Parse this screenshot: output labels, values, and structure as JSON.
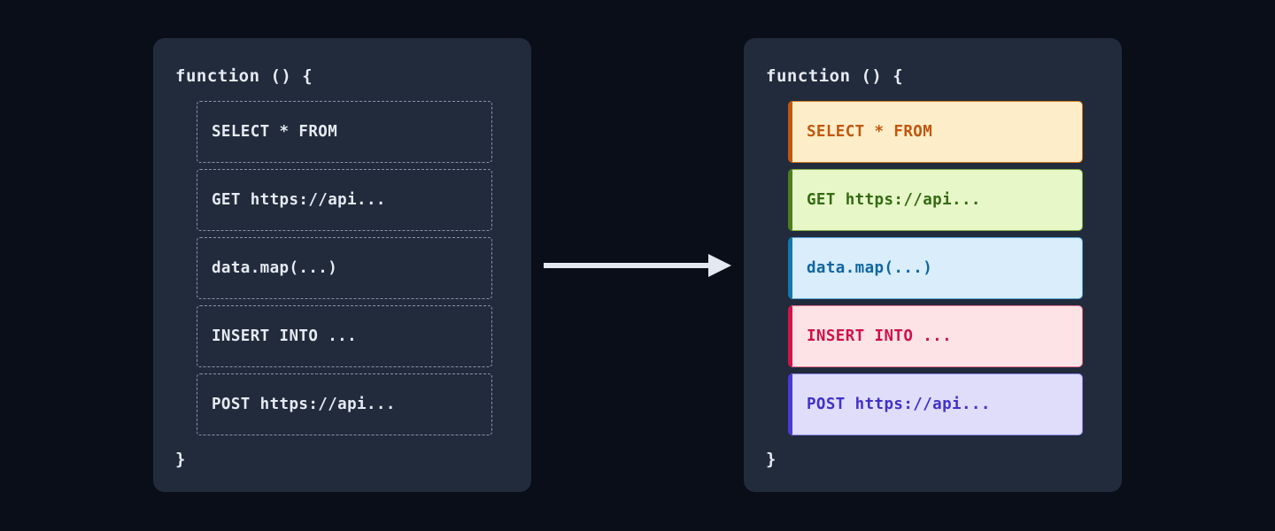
{
  "canvas": {
    "background_color": "#0a0e18",
    "panel_background_color": "#212b3c"
  },
  "connector": {
    "icon": "arrow-right-icon",
    "color": "#e4e8f0",
    "direction": "left-to-right"
  },
  "panels": [
    {
      "id": "before",
      "role": "unclassified-code",
      "function_header": "function () {",
      "function_footer": "}",
      "statements": [
        {
          "text": "SELECT * FROM",
          "style": "dashed-outline",
          "text_color": "#e6eaf2",
          "background_color": "transparent",
          "border_color": "#8794a8"
        },
        {
          "text": "GET https://api...",
          "style": "dashed-outline",
          "text_color": "#e6eaf2",
          "background_color": "transparent",
          "border_color": "#8794a8"
        },
        {
          "text": "data.map(...)",
          "style": "dashed-outline",
          "text_color": "#e6eaf2",
          "background_color": "transparent",
          "border_color": "#8794a8"
        },
        {
          "text": "INSERT INTO ...",
          "style": "dashed-outline",
          "text_color": "#e6eaf2",
          "background_color": "transparent",
          "border_color": "#8794a8"
        },
        {
          "text": "POST https://api...",
          "style": "dashed-outline",
          "text_color": "#e6eaf2",
          "background_color": "transparent",
          "border_color": "#8794a8"
        }
      ]
    },
    {
      "id": "after",
      "role": "classified-code",
      "function_header": "function () {",
      "function_footer": "}",
      "statements": [
        {
          "text": "SELECT * FROM",
          "style": "filled-accent",
          "text_color": "#c2570f",
          "background_color": "#fdeec9",
          "border_color": "#d0781f",
          "accent_color": "#c2560f"
        },
        {
          "text": "GET https://api...",
          "style": "filled-accent",
          "text_color": "#336b12",
          "background_color": "#e7f7c8",
          "border_color": "#7fae43",
          "accent_color": "#4e7f1c"
        },
        {
          "text": "data.map(...)",
          "style": "filled-accent",
          "text_color": "#1066a0",
          "background_color": "#d9edfb",
          "border_color": "#56a9d8",
          "accent_color": "#1278ad"
        },
        {
          "text": "INSERT INTO ...",
          "style": "filled-accent",
          "text_color": "#cf1247",
          "background_color": "#fde2e6",
          "border_color": "#e8738f",
          "accent_color": "#d21448"
        },
        {
          "text": "POST https://api...",
          "style": "filled-accent",
          "text_color": "#4231c8",
          "background_color": "#dfddfa",
          "border_color": "#8d86e6",
          "accent_color": "#4a3ad4"
        }
      ]
    }
  ]
}
